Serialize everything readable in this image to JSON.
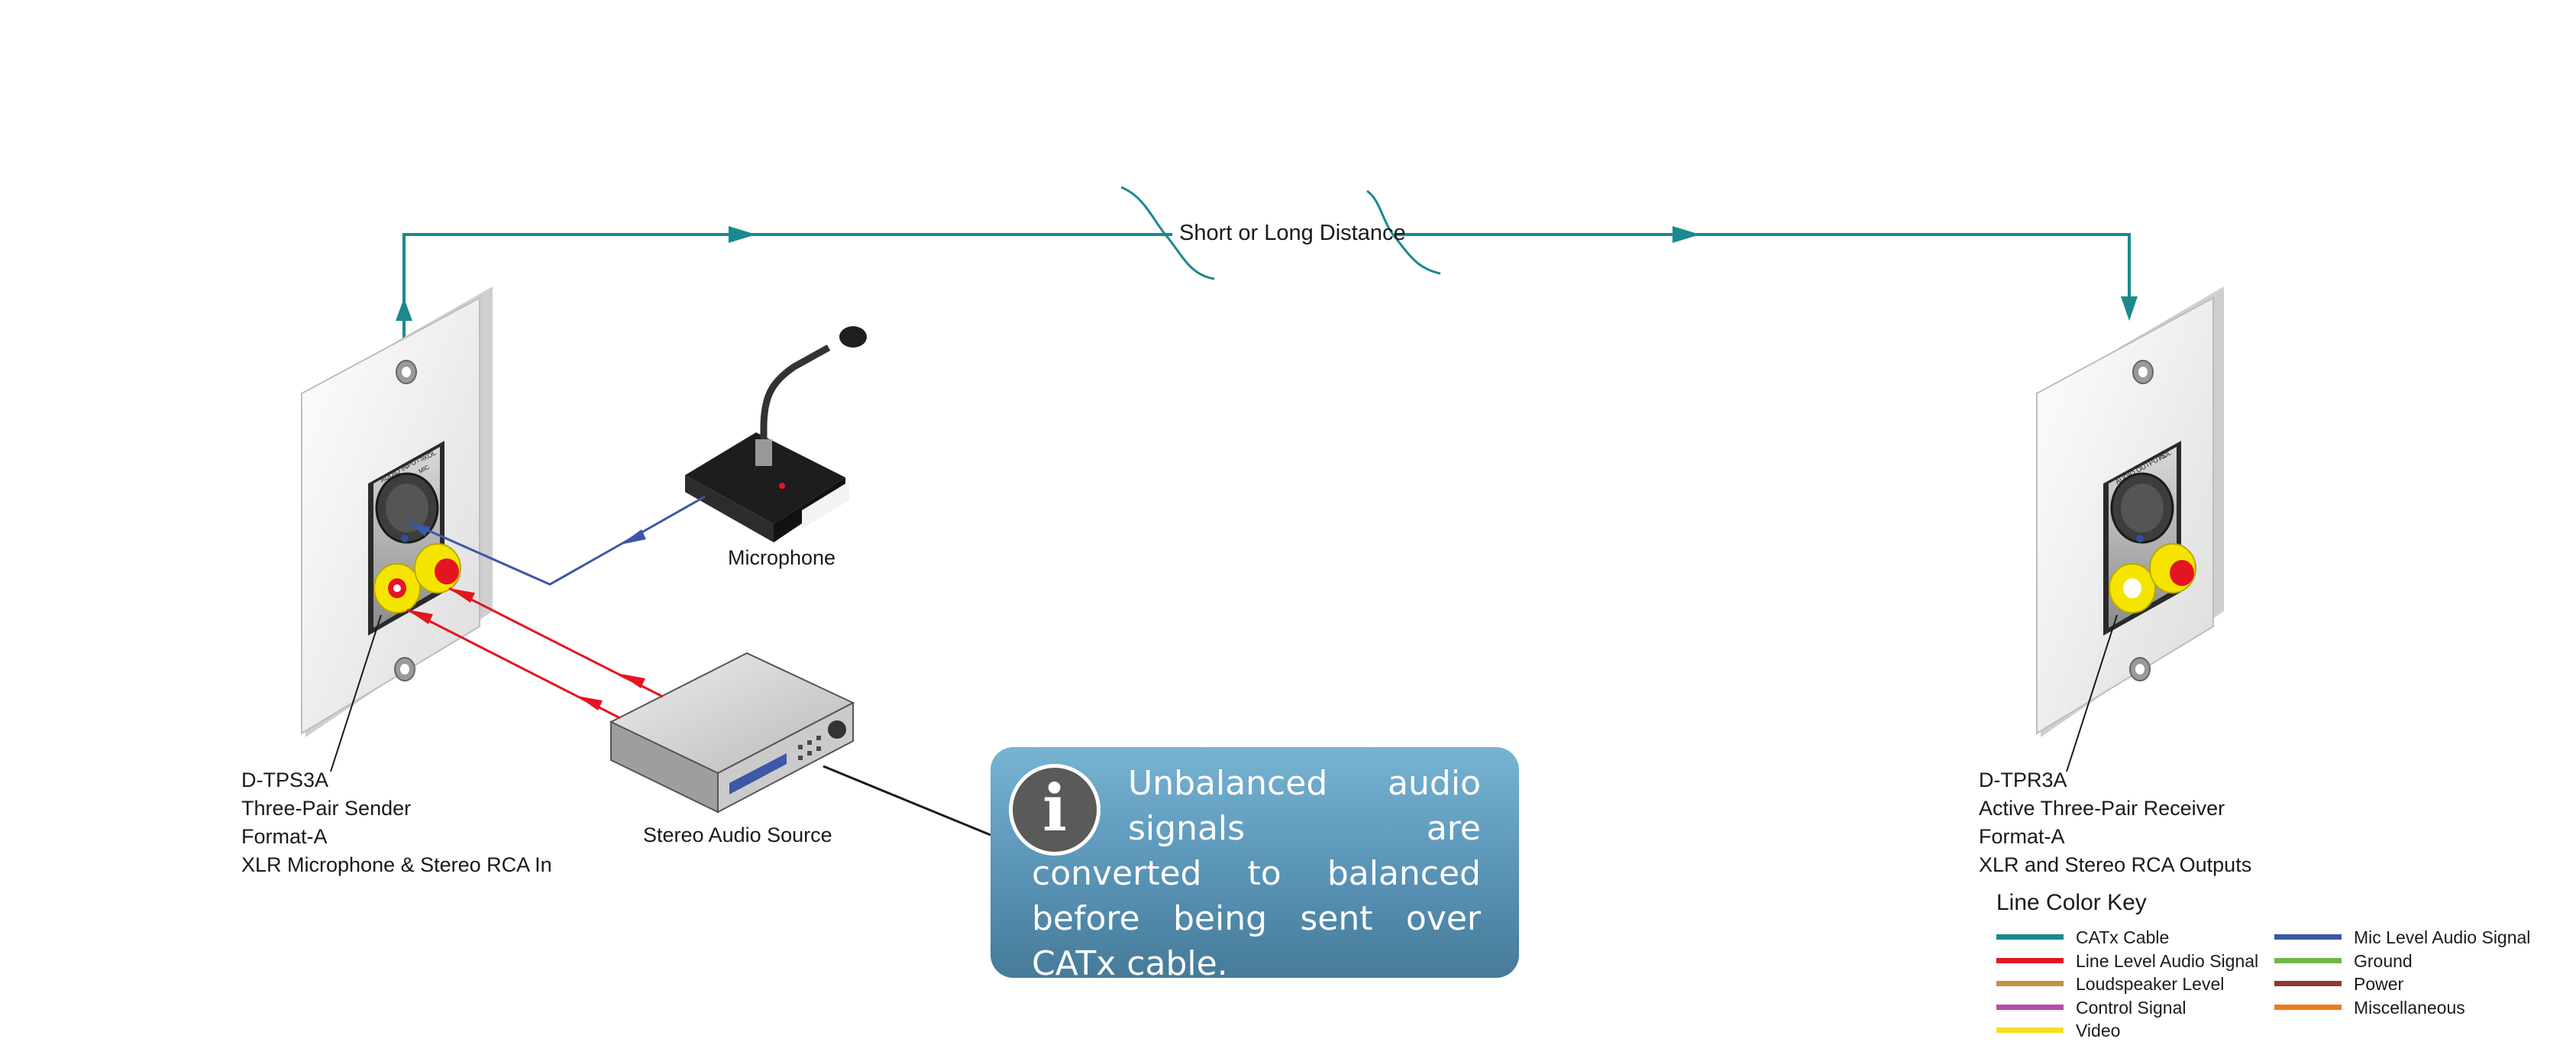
{
  "link": {
    "distance_label": "Short or Long Distance"
  },
  "sender": {
    "plate_title": "XOL",
    "plate_subtitle": "AUDIO INPUTS",
    "plate_mic_label": "MIC",
    "lines": [
      "D-TPS3A",
      "Three-Pair Sender",
      "Format-A",
      "XLR Microphone & Stereo RCA In"
    ]
  },
  "receiver": {
    "plate_title": "XOL",
    "plate_subtitle": "AUDIO OUTPUTS",
    "lines": [
      "D-TPR3A",
      "Active Three-Pair Receiver",
      "Format-A",
      "XLR and Stereo RCA Outputs"
    ]
  },
  "microphone": {
    "label": "Microphone"
  },
  "stereo_source": {
    "label": "Stereo Audio Source"
  },
  "info": {
    "icon_glyph": "i",
    "text": "Unbalanced audio signals are converted to balanced before being sent over CATx cable."
  },
  "color_key": {
    "title": "Line Color Key",
    "items": [
      {
        "label": "CATx Cable",
        "color": "#1a8a8e"
      },
      {
        "label": "Line Level Audio Signal",
        "color": "#e4151f"
      },
      {
        "label": "Loudspeaker Level",
        "color": "#c39245"
      },
      {
        "label": "Control Signal",
        "color": "#b84aa8"
      },
      {
        "label": "Video",
        "color": "#f7df1d"
      },
      {
        "label": "Mic Level Audio Signal",
        "color": "#3c58a6"
      },
      {
        "label": "Ground",
        "color": "#70b64a"
      },
      {
        "label": "Power",
        "color": "#8b3a2f"
      },
      {
        "label": "Miscellaneous",
        "color": "#ec7d1b"
      }
    ]
  },
  "colors": {
    "catx": "#1a8a8e",
    "line_audio": "#e4151f",
    "mic_audio": "#3c58a6",
    "rca_yellow": "#f5e400",
    "rca_red": "#e4151f"
  }
}
